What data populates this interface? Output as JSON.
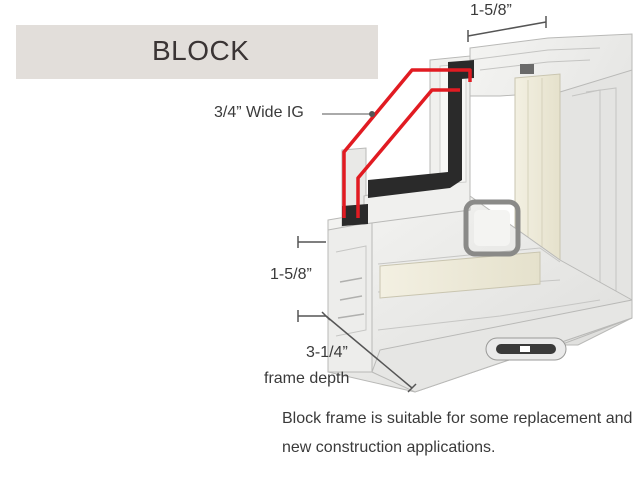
{
  "header": {
    "title": "BLOCK"
  },
  "dimensions": {
    "top_width": "1-5/8”",
    "ig_label": "3/4” Wide IG",
    "left_height": "1-5/8”",
    "depth_value": "3-1/4”",
    "depth_caption": "frame depth"
  },
  "description": {
    "line1": "Block frame is suitable for some replacement and",
    "line2": "new construction applications."
  },
  "colors": {
    "title_bg": "#e2deda",
    "highlight": "#e11b22",
    "frame": "#eeeeec",
    "glass_spacer": "#2a2a2a"
  }
}
